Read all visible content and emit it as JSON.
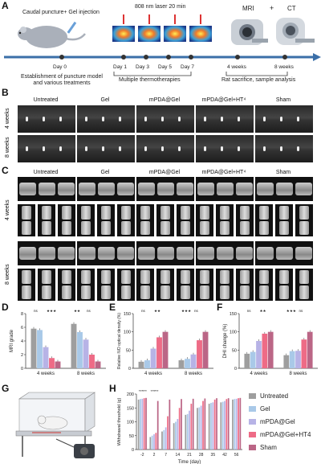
{
  "panels": {
    "a": "A",
    "b": "B",
    "c": "C",
    "d": "D",
    "e": "E",
    "f": "F",
    "g": "G",
    "h": "H"
  },
  "timeline": {
    "top_left": "Caudal puncture+ Gel injection",
    "laser": "808 nm laser 20 min",
    "mri": "MRI",
    "plus": "+",
    "ct": "CT",
    "day0": "Day 0",
    "day1": "Day 1",
    "day3": "Day 3",
    "day5": "Day 5",
    "day7": "Day 7",
    "w4": "4 weeks",
    "w8": "8 weeks",
    "bottom_left": "Establishment of puncture model and various treatments",
    "bottom_mid": "Multiple thermotherapies",
    "bottom_right": "Rat sacrifice, sample analysis"
  },
  "groups": [
    "Untreated",
    "Gel",
    "mPDA@Gel",
    "mPDA@Gel+HT⁴",
    "Sham"
  ],
  "rows": {
    "w4": "4 weeks",
    "w8": "8 weeks"
  },
  "colors": {
    "untreated": "#9e9e9e",
    "gel": "#a9c9e8",
    "mpda": "#b7b3e6",
    "mpda_ht": "#ee6b86",
    "sham": "#bb6686"
  },
  "chart_data": [
    {
      "type": "bar",
      "panel": "D",
      "ylabel": "MRI grade",
      "categories": [
        "4 weeks",
        "8 weeks"
      ],
      "ylim": [
        0,
        8
      ],
      "yticks": [
        0,
        2,
        4,
        6,
        8
      ],
      "series": [
        {
          "name": "Untreated",
          "values": [
            5.8,
            6.5
          ]
        },
        {
          "name": "Gel",
          "values": [
            5.6,
            5.3
          ]
        },
        {
          "name": "mPDA@Gel",
          "values": [
            3.1,
            4.2
          ]
        },
        {
          "name": "mPDA@Gel+HT4",
          "values": [
            1.5,
            2.0
          ]
        },
        {
          "name": "Sham",
          "values": [
            1.0,
            1.0
          ]
        }
      ],
      "sig": [
        "ns",
        "★★★",
        "★★",
        "ns"
      ]
    },
    {
      "type": "bar",
      "panel": "E",
      "ylabel": "Relative IVD optical density (%)",
      "categories": [
        "4 weeks",
        "8 weeks"
      ],
      "ylim": [
        0,
        150
      ],
      "yticks": [
        0,
        50,
        100,
        150
      ],
      "series": [
        {
          "name": "Untreated",
          "values": [
            18,
            22
          ]
        },
        {
          "name": "Gel",
          "values": [
            22,
            26
          ]
        },
        {
          "name": "mPDA@Gel",
          "values": [
            54,
            38
          ]
        },
        {
          "name": "mPDA@Gel+HT4",
          "values": [
            85,
            77
          ]
        },
        {
          "name": "Sham",
          "values": [
            100,
            100
          ]
        }
      ],
      "sig": [
        "ns",
        "★★",
        "★★★",
        "ns"
      ]
    },
    {
      "type": "bar",
      "panel": "F",
      "ylabel": "DHI change (%)",
      "categories": [
        "4 weeks",
        "8 weeks"
      ],
      "ylim": [
        0,
        150
      ],
      "yticks": [
        0,
        50,
        100,
        150
      ],
      "series": [
        {
          "name": "Untreated",
          "values": [
            40,
            36
          ]
        },
        {
          "name": "Gel",
          "values": [
            45,
            47
          ]
        },
        {
          "name": "mPDA@Gel",
          "values": [
            75,
            48
          ]
        },
        {
          "name": "mPDA@Gel+HT4",
          "values": [
            95,
            79
          ]
        },
        {
          "name": "Sham",
          "values": [
            100,
            100
          ]
        }
      ],
      "sig": [
        "ns",
        "★★",
        "★★★",
        "ns"
      ]
    },
    {
      "type": "bar",
      "panel": "H",
      "ylabel": "Withdrawal threshold (g)",
      "xlabel": "Time (day)",
      "categories": [
        "-2",
        "2",
        "7",
        "14",
        "21",
        "28",
        "35",
        "42",
        "56"
      ],
      "ylim": [
        0,
        200
      ],
      "yticks": [
        0,
        50,
        100,
        150,
        200
      ],
      "series": [
        {
          "name": "Untreated",
          "values": [
            180,
            45,
            65,
            95,
            125,
            150,
            165,
            170,
            180
          ]
        },
        {
          "name": "Gel",
          "values": [
            182,
            50,
            70,
            100,
            128,
            152,
            168,
            172,
            182
          ]
        },
        {
          "name": "mPDA@Gel",
          "values": [
            183,
            55,
            80,
            110,
            140,
            158,
            170,
            175,
            183
          ]
        },
        {
          "name": "mPDA@Gel+HT4",
          "values": [
            185,
            60,
            120,
            150,
            165,
            175,
            180,
            182,
            185
          ]
        },
        {
          "name": "Sham",
          "values": [
            186,
            175,
            180,
            182,
            183,
            184,
            185,
            185,
            186
          ]
        }
      ],
      "sig": [
        "***",
        "***",
        "***",
        "***"
      ]
    }
  ],
  "legend": [
    "Untreated",
    "Gel",
    "mPDA@Gel",
    "mPDA@Gel+HT4",
    "Sham"
  ]
}
